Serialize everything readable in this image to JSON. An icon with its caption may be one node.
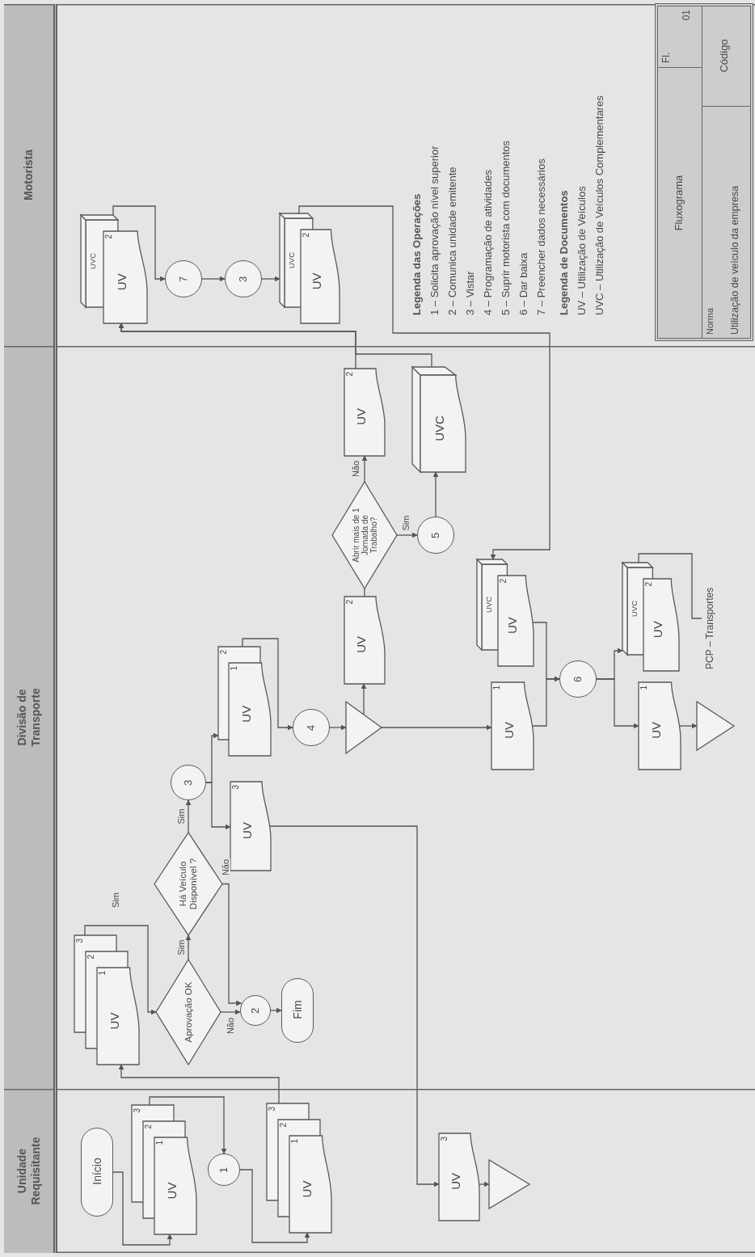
{
  "diagram": {
    "nodes": [
      {
        "text": [
          "Unidade Requisitante"
        ]
      },
      {
        "text": [
          "Início"
        ],
        "in": 0
      },
      {
        "text": [
          "UV",
          "1",
          "2",
          "3"
        ],
        "in": 0
      },
      {
        "text": [
          "1"
        ],
        "in": 0
      },
      {
        "text": [
          "UV",
          "1",
          "2",
          "3"
        ],
        "in": 0
      },
      {
        "text": [
          "UV",
          "3"
        ],
        "in": 0
      },
      {
        "text": [],
        "shape": "triangle",
        "in": 0
      },
      {
        "text": [
          "Divisão de Transporte"
        ]
      },
      {
        "text": [
          "UV",
          "1",
          "2",
          "3"
        ],
        "in": 7
      },
      {
        "text": [
          "Aprovação OK"
        ],
        "in": 7
      },
      {
        "text": [
          "2"
        ],
        "in": 7
      },
      {
        "text": [
          "Fim"
        ],
        "in": 7
      },
      {
        "text": [
          "Há Veículo Disponível ?"
        ],
        "in": 7
      },
      {
        "text": [
          "3"
        ],
        "in": 7
      },
      {
        "text": [
          "UV",
          "3"
        ],
        "in": 7
      },
      {
        "text": [
          "UV",
          "1",
          "2"
        ],
        "in": 7
      },
      {
        "text": [
          "4"
        ],
        "in": 7
      },
      {
        "text": [],
        "shape": "triangle",
        "in": 7
      },
      {
        "text": [
          "UV",
          "2"
        ],
        "in": 7
      },
      {
        "text": [
          "Abrir mais de 1 Jornada de Trabalho?"
        ],
        "in": 7
      },
      {
        "text": [
          "5"
        ],
        "in": 7
      },
      {
        "text": [
          "UVC"
        ],
        "in": 7
      },
      {
        "text": [
          "UV",
          "2"
        ],
        "in": 7
      },
      {
        "text": [
          "UV",
          "1"
        ],
        "in": 7
      },
      {
        "text": [
          "UV",
          "2",
          "UVC"
        ],
        "in": 7
      },
      {
        "text": [
          "6"
        ],
        "in": 7
      },
      {
        "text": [
          "UV",
          "2",
          "UVC"
        ],
        "in": 7
      },
      {
        "text": [
          "UV",
          "1"
        ],
        "in": 7
      },
      {
        "text": [],
        "shape": "triangle",
        "in": 7
      },
      {
        "text": [
          "PCP – Transportes"
        ],
        "in": 7
      },
      {
        "text": [
          "Motorista"
        ]
      },
      {
        "text": [
          "UV",
          "2",
          "UVC"
        ],
        "in": 30
      },
      {
        "text": [
          "7"
        ],
        "in": 30
      },
      {
        "text": [
          "3"
        ],
        "in": 30
      },
      {
        "text": [
          "UV",
          "2",
          "UVC"
        ],
        "in": 30
      },
      {
        "text": [
          "Fluxograma",
          "Fl.",
          "01",
          "Norma",
          "Utilização de veículo da empresa",
          "Código"
        ],
        "in": 30
      }
    ],
    "edges": [
      {
        "from": 1,
        "to": 2,
        "arrow": "to"
      },
      {
        "from": 2,
        "to": 3,
        "arrow": "to"
      },
      {
        "from": 3,
        "to": 4,
        "arrow": "to"
      },
      {
        "from": 4,
        "to": 8,
        "arrow": "to"
      },
      {
        "from": 8,
        "to": 9,
        "arrow": "to"
      },
      {
        "from": 9,
        "to": 12,
        "label": "Sim",
        "arrow": "to"
      },
      {
        "from": 9,
        "to": 10,
        "label": "Não",
        "arrow": "to"
      },
      {
        "from": 12,
        "to": 10,
        "label": "Não",
        "arrow": "to"
      },
      {
        "from": 10,
        "to": 11,
        "arrow": "to"
      },
      {
        "from": 12,
        "to": 13,
        "label": "Sim",
        "arrow": "to"
      },
      {
        "from": 13,
        "to": 15,
        "arrow": "to"
      },
      {
        "from": 13,
        "to": 14,
        "arrow": "to"
      },
      {
        "from": 14,
        "to": 5,
        "arrow": "to"
      },
      {
        "from": 5,
        "to": 6,
        "arrow": "to"
      },
      {
        "from": 15,
        "to": 16,
        "arrow": "to"
      },
      {
        "from": 16,
        "to": 17,
        "arrow": "to"
      },
      {
        "from": 17,
        "to": 18,
        "arrow": "to"
      },
      {
        "from": 17,
        "to": 23,
        "arrow": "to"
      },
      {
        "from": 18,
        "to": 19,
        "arrow": "none"
      },
      {
        "from": 19,
        "to": 22,
        "label": "Não",
        "arrow": "to"
      },
      {
        "from": 19,
        "to": 20,
        "label": "Sim",
        "arrow": "to"
      },
      {
        "from": 20,
        "to": 21,
        "arrow": "to"
      },
      {
        "from": 22,
        "to": 31,
        "arrow": "to"
      },
      {
        "from": 21,
        "to": 31,
        "arrow": "to"
      },
      {
        "from": 31,
        "to": 32,
        "arrow": "to"
      },
      {
        "from": 32,
        "to": 33,
        "arrow": "to"
      },
      {
        "from": 33,
        "to": 34,
        "arrow": "to"
      },
      {
        "from": 34,
        "to": 24,
        "arrow": "to"
      },
      {
        "from": 24,
        "to": 25,
        "arrow": "to"
      },
      {
        "from": 23,
        "to": 25,
        "arrow": "to"
      },
      {
        "from": 25,
        "to": 26,
        "arrow": "to"
      },
      {
        "from": 25,
        "to": 27,
        "arrow": "to"
      },
      {
        "from": 27,
        "to": 28,
        "arrow": "to"
      },
      {
        "from": 26,
        "to": 29,
        "arrow": "none"
      }
    ],
    "labels": [
      "Sim",
      "Legenda das Operações",
      "1 – Solicita aprovação nível superior",
      "2 – Comunica unidade emitente",
      "3 – Vistar",
      "4 – Programação de atividades",
      "5 – Suprir motorista com documentos",
      "6 – Dar baixa",
      "7 – Preencher dados necessários",
      "Legenda de Documentos",
      "UV – Utilização de Veículos",
      "UVC – Utilização de Veículos Complementares"
    ]
  }
}
